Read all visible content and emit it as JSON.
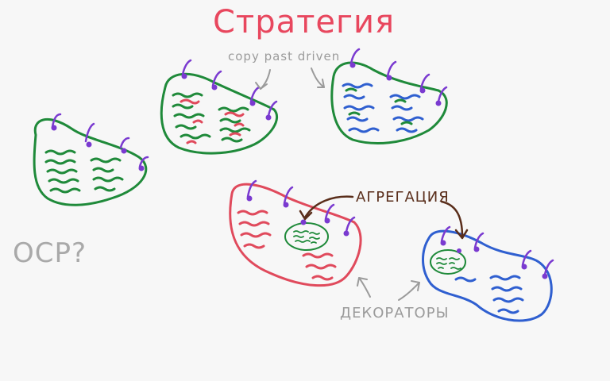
{
  "title": "Стратегия",
  "subtitle": "copy past driven",
  "labels": {
    "ocp": "OCP?",
    "aggregation": "АГРЕГАЦИЯ",
    "decorators": "ДЕКОРАТОРЫ"
  },
  "colors": {
    "title": "#e8475e",
    "green": "#1f8a3a",
    "red": "#e04a5c",
    "blue": "#2f5fd0",
    "purple": "#7a3ad0",
    "gray": "#9b9b9b",
    "brown": "#5a2e1b"
  }
}
